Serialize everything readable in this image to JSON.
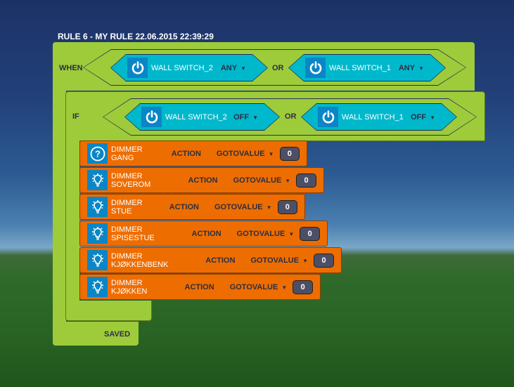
{
  "rule_title": "RULE 6 - MY RULE 22.06.2015 22:39:29",
  "when": {
    "label": "WHEN",
    "or": "OR",
    "conditions": [
      {
        "device": "WALL SWITCH_2",
        "value": "ANY",
        "icon": "power-icon"
      },
      {
        "device": "WALL SWITCH_1",
        "value": "ANY",
        "icon": "power-icon"
      }
    ]
  },
  "if": {
    "label": "IF",
    "or": "OR",
    "conditions": [
      {
        "device": "WALL SWITCH_2",
        "value": "OFF",
        "icon": "power-icon"
      },
      {
        "device": "WALL SWITCH_1",
        "value": "OFF",
        "icon": "power-icon"
      }
    ]
  },
  "actions": [
    {
      "device": "DIMMER GANG",
      "action": "ACTION",
      "command": "GOTOVALUE",
      "value": "0",
      "icon": "question-icon"
    },
    {
      "device": "DIMMER SOVEROM",
      "action": "ACTION",
      "command": "GOTOVALUE",
      "value": "0",
      "icon": "lightbulb-icon"
    },
    {
      "device": "DIMMER STUE",
      "action": "ACTION",
      "command": "GOTOVALUE",
      "value": "0",
      "icon": "lightbulb-icon"
    },
    {
      "device": "DIMMER SPISESTUE",
      "action": "ACTION",
      "command": "GOTOVALUE",
      "value": "0",
      "icon": "lightbulb-icon"
    },
    {
      "device": "DIMMER KJØKKENBENK",
      "action": "ACTION",
      "command": "GOTOVALUE",
      "value": "0",
      "icon": "lightbulb-icon"
    },
    {
      "device": "DIMMER KJØKKEN",
      "action": "ACTION",
      "command": "GOTOVALUE",
      "value": "0",
      "icon": "lightbulb-icon"
    }
  ],
  "status": "SAVED",
  "colors": {
    "block": "#9ecb3a",
    "condition": "#00b8cc",
    "action": "#ee6d00",
    "icon": "#0a86c6"
  }
}
